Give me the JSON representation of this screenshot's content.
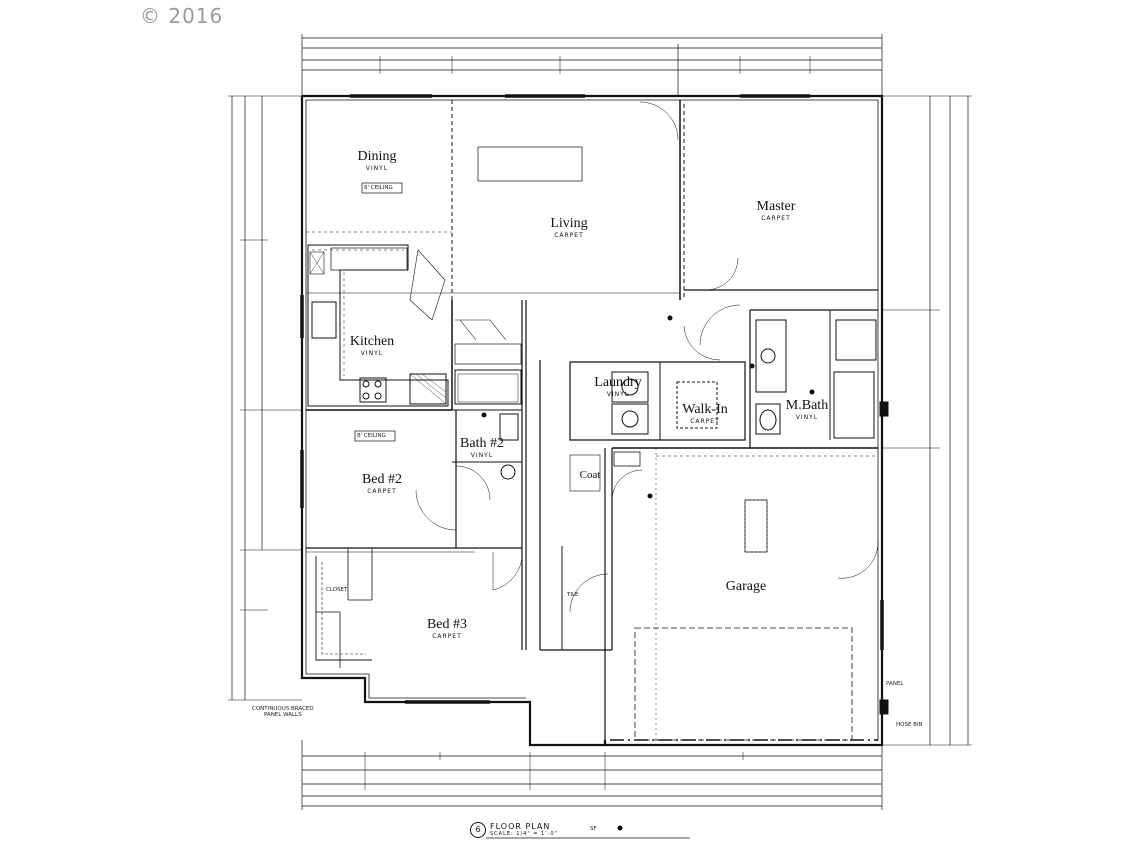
{
  "watermark": "© 2016",
  "rooms": {
    "dining": {
      "name": "Dining",
      "floor": "VINYL"
    },
    "living": {
      "name": "Living",
      "floor": "CARPET"
    },
    "master": {
      "name": "Master",
      "floor": "CARPET"
    },
    "kitchen": {
      "name": "Kitchen",
      "floor": "VINYL"
    },
    "laundry": {
      "name": "Laundry",
      "floor": "VINYL"
    },
    "walkin": {
      "name": "Walk-In",
      "floor": "CARPET"
    },
    "mbath": {
      "name": "M.Bath",
      "floor": "VINYL"
    },
    "bath2": {
      "name": "Bath #2",
      "floor": "VINYL"
    },
    "bed2": {
      "name": "Bed #2",
      "floor": "CARPET"
    },
    "bed3": {
      "name": "Bed #3",
      "floor": "CARPET"
    },
    "coat": {
      "name": "Coat"
    },
    "garage": {
      "name": "Garage"
    }
  },
  "notes": {
    "ceiling1": "8' CEILING",
    "ceiling2": "8' CEILING",
    "tile": "TILE",
    "closet": "CLOSET",
    "continuous_braced": "CONTINUOUS BRACED\nPANEL WALLS",
    "panel": "PANEL",
    "hose_bib": "HOSE BIB"
  },
  "title_block": {
    "number": "6",
    "title": "FLOOR PLAN",
    "scale": "SCALE: 1/4\" = 1'-0\"",
    "area": "SF"
  }
}
